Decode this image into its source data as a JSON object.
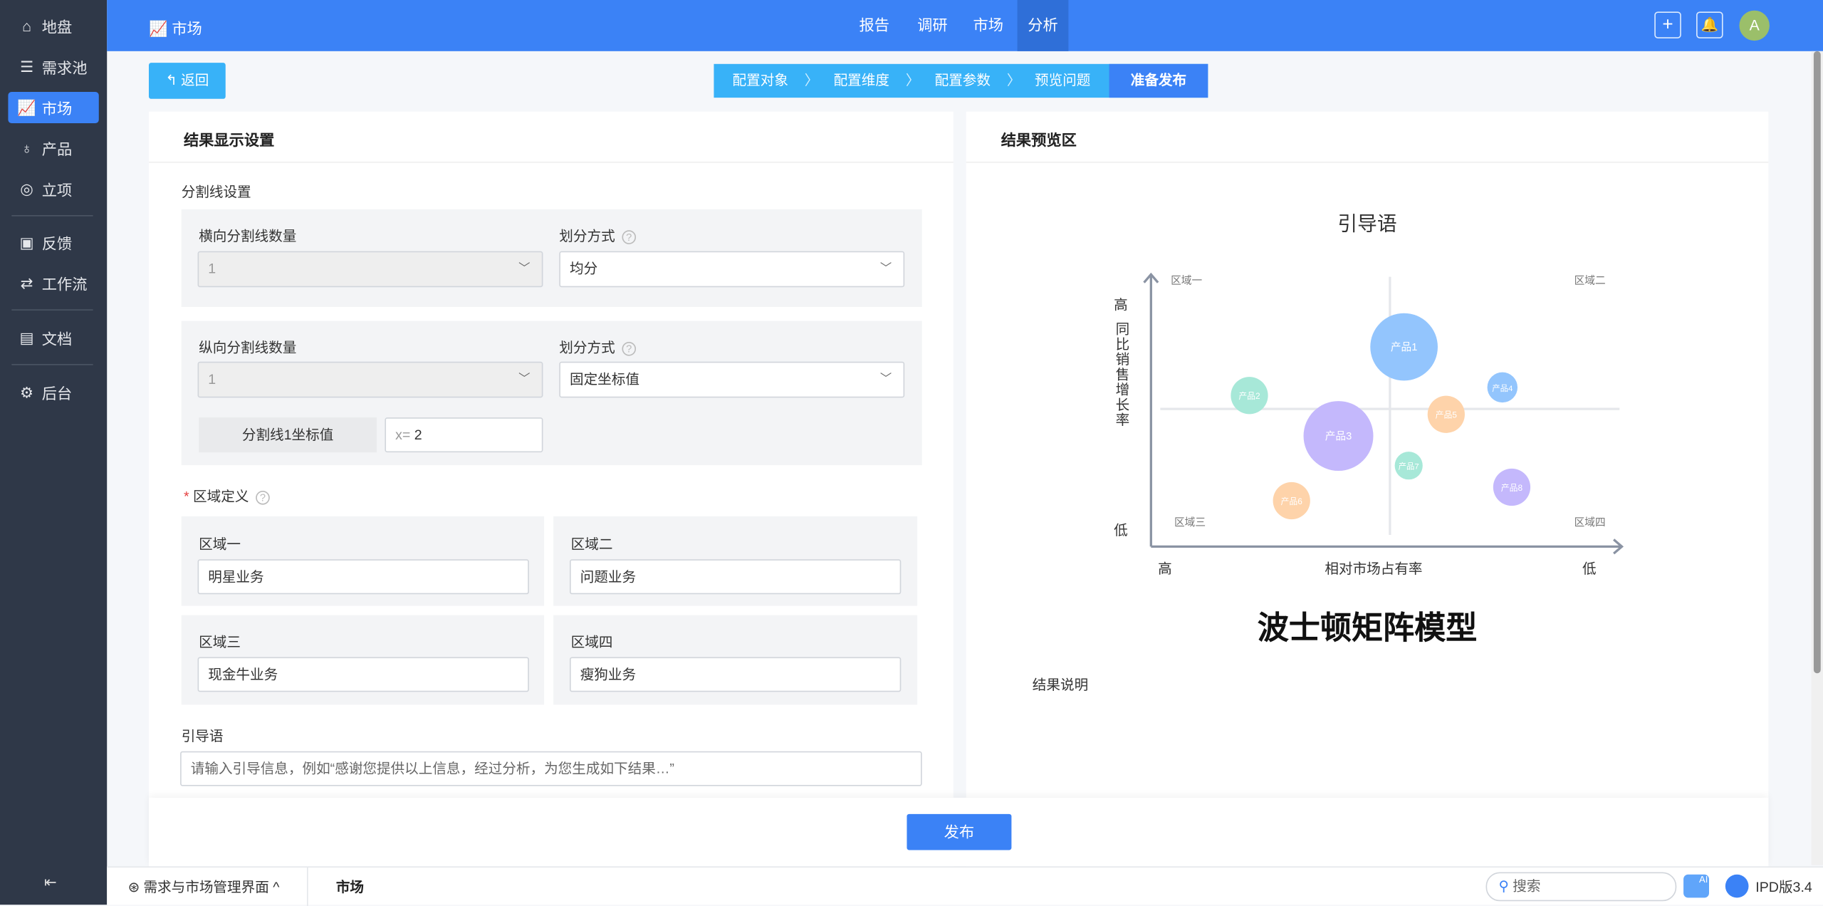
{
  "sidebar": {
    "items": [
      {
        "label": "地盘",
        "icon": "home-icon"
      },
      {
        "label": "需求池",
        "icon": "list-icon"
      },
      {
        "label": "市场",
        "icon": "chart-icon",
        "active": true
      },
      {
        "label": "产品",
        "icon": "bulb-icon"
      },
      {
        "label": "立项",
        "icon": "user-circle-icon"
      },
      {
        "label": "反馈",
        "icon": "inbox-icon"
      },
      {
        "label": "工作流",
        "icon": "flow-icon"
      },
      {
        "label": "文档",
        "icon": "doc-icon"
      },
      {
        "label": "后台",
        "icon": "gear-icon"
      }
    ],
    "collapse_icon": "collapse-icon"
  },
  "header": {
    "title": "市场",
    "nav": [
      "报告",
      "调研",
      "市场",
      "分析"
    ],
    "active_nav": "分析",
    "avatar": "A",
    "accent": "#3b82f6"
  },
  "toolbar": {
    "back": "返回",
    "steps": [
      "配置对象",
      "配置维度",
      "配置参数",
      "预览问题",
      "准备发布"
    ],
    "active_step": "准备发布"
  },
  "left": {
    "title": "结果显示设置",
    "section_divider": "分割线设置",
    "h_count_label": "横向分割线数量",
    "h_count": "1",
    "h_method_label": "划分方式",
    "h_method": "均分",
    "v_count_label": "纵向分割线数量",
    "v_count": "1",
    "v_method_label": "划分方式",
    "v_method": "固定坐标值",
    "line1_label": "分割线1坐标值",
    "line1_prefix": "x=",
    "line1_value": "2",
    "region_required": "*",
    "region_title": "区域定义",
    "regions": [
      {
        "label": "区域一",
        "value": "明星业务"
      },
      {
        "label": "区域二",
        "value": "问题业务"
      },
      {
        "label": "区域三",
        "value": "现金牛业务"
      },
      {
        "label": "区域四",
        "value": "瘦狗业务"
      }
    ],
    "guide_label": "引导语",
    "guide_placeholder": "请输入引导信息，例如“感谢您提供以上信息，经过分析，为您生成如下结果…”"
  },
  "right": {
    "title": "结果预览区",
    "guide": "引导语",
    "model_title": "波士顿矩阵模型",
    "result_desc": "结果说明"
  },
  "chart_data": {
    "type": "scatter",
    "title": "引导语",
    "xlabel": "相对市场占有率",
    "ylabel": "同比销售增长率",
    "x_low_high": [
      "高",
      "低"
    ],
    "y_low_high": [
      "低",
      "高"
    ],
    "xlim": [
      0,
      10
    ],
    "ylim": [
      0,
      10
    ],
    "dividers": {
      "x": 5.1,
      "y": 5.1
    },
    "quadrants": [
      "区域一",
      "区域二",
      "区域三",
      "区域四"
    ],
    "points": [
      {
        "name": "产品1",
        "x": 5.4,
        "y": 7.4,
        "size": 29,
        "color": "#93c5fd"
      },
      {
        "name": "产品2",
        "x": 2.1,
        "y": 5.6,
        "size": 16,
        "color": "#a7e8d8"
      },
      {
        "name": "产品3",
        "x": 4.0,
        "y": 4.1,
        "size": 30,
        "color": "#c4b8fc"
      },
      {
        "name": "产品4",
        "x": 7.5,
        "y": 5.9,
        "size": 13,
        "color": "#93c5fd"
      },
      {
        "name": "产品5",
        "x": 6.3,
        "y": 4.9,
        "size": 16,
        "color": "#fed3aa"
      },
      {
        "name": "产品6",
        "x": 3.0,
        "y": 1.7,
        "size": 16,
        "color": "#fed3aa"
      },
      {
        "name": "产品7",
        "x": 5.5,
        "y": 3.0,
        "size": 12,
        "color": "#a7e8d8"
      },
      {
        "name": "产品8",
        "x": 7.7,
        "y": 2.2,
        "size": 16,
        "color": "#c4b8fc"
      }
    ]
  },
  "footer": {
    "publish": "发布",
    "breadcrumb_root": "需求与市场管理界面",
    "breadcrumb_current": "市场",
    "search_placeholder": "搜索",
    "ai": "AI",
    "version": "IPD版3.4"
  }
}
